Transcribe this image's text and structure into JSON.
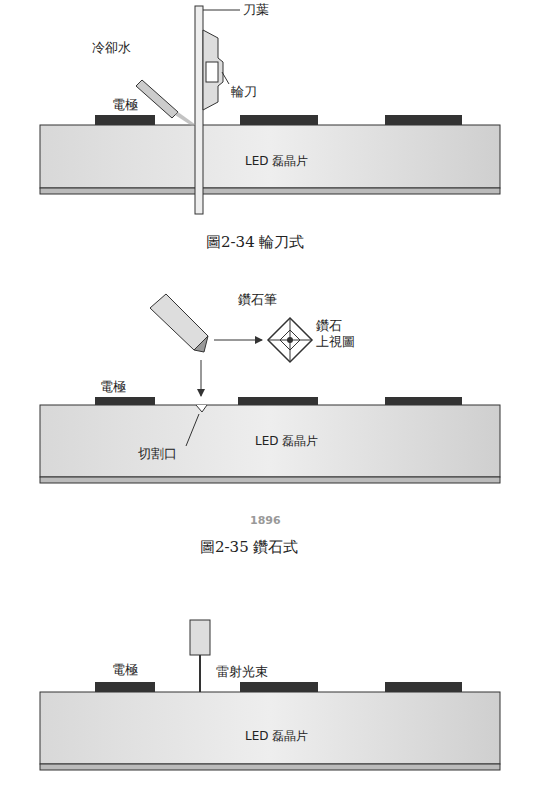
{
  "diagram": {
    "nodes": [
      {
        "text": [
          "LED 磊晶片"
        ]
      },
      {
        "text": [
          "LED 磊晶片"
        ]
      },
      {
        "text": [
          "LED 磊晶片"
        ]
      }
    ],
    "labels": [
      "刀葉",
      "冷卻水",
      "輪刀",
      "電極",
      "圖2-34 輪刀式",
      "鑽石筆",
      "鑽石 上視圖",
      "電極",
      "切割口",
      "1896",
      "圖2-35 鑽石式",
      "電極",
      "雷射光束"
    ]
  }
}
